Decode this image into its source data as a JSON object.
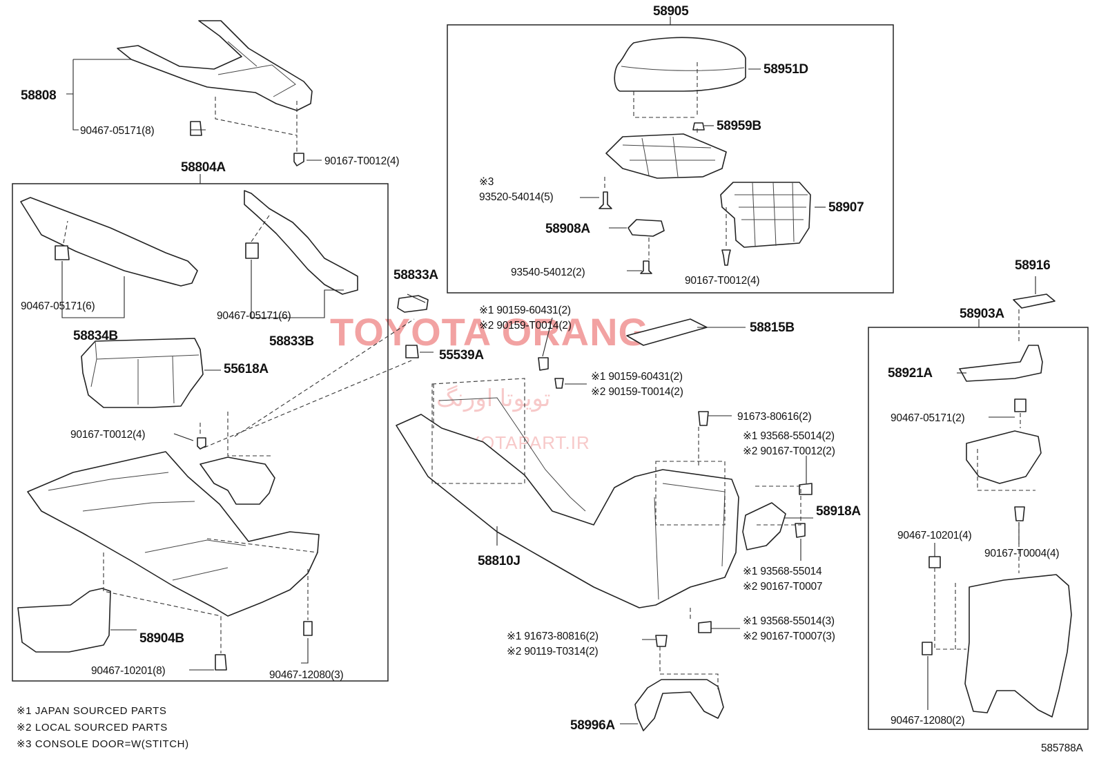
{
  "labels": {
    "p58905": "58905",
    "p58951D": "58951D",
    "p58959B": "58959B",
    "n3_mark": "※3",
    "p93520": "93520-54014(5)",
    "p58907": "58907",
    "p58908A": "58908A",
    "p93540": "93540-54012(2)",
    "p90167_T0012_4_b": "90167-T0012(4)",
    "p58808": "58808",
    "p90467_05171_8": "90467-05171(8)",
    "p90167_T0012_4_a": "90167-T0012(4)",
    "p58804A": "58804A",
    "p90467_05171_6_a": "90467-05171(6)",
    "p58834B": "58834B",
    "p90467_05171_6_b": "90467-05171(6)",
    "p58833B": "58833B",
    "p55618A": "55618A",
    "p90167_T0012_4_c": "90167-T0012(4)",
    "p58904B": "58904B",
    "p90467_10201_8": "90467-10201(8)",
    "p90467_12080_3": "90467-12080(3)",
    "p58833A": "58833A",
    "p55539A": "55539A",
    "p90159_60431_a": "※1 90159-60431(2)",
    "p90159_T0014_a": "※2 90159-T0014(2)",
    "p58815B": "58815B",
    "p90159_60431_b": "※1 90159-60431(2)",
    "p90159_T0014_b": "※2 90159-T0014(2)",
    "p91673_80616": "91673-80616(2)",
    "p93568_55014_2": "※1 93568-55014(2)",
    "p90167_T0012_2": "※2 90167-T0012(2)",
    "p58918A": "58918A",
    "p93568_55014": "※1 93568-55014",
    "p90167_T0007": "※2 90167-T0007",
    "p58810J": "58810J",
    "p93568_55014_3": "※1 93568-55014(3)",
    "p90167_T0007_3": "※2 90167-T0007(3)",
    "p91673_80816": "※1 91673-80816(2)",
    "p90119_T0314": "※2 90119-T0314(2)",
    "p58996A": "58996A",
    "p58916": "58916",
    "p58903A": "58903A",
    "p58921A": "58921A",
    "p90467_05171_2": "90467-05171(2)",
    "p90467_10201_4": "90467-10201(4)",
    "p90167_T0004_4": "90167-T0004(4)",
    "p90467_12080_2": "90467-12080(2)"
  },
  "notes": {
    "n1": "※1 JAPAN SOURCED PARTS",
    "n2": "※2 LOCAL SOURCED PARTS",
    "n3": "※3 CONSOLE DOOR=W(STITCH)"
  },
  "diagram_code": "585788A",
  "watermark": {
    "main": "TOYOTA ORANG",
    "farsi": "تویوتا اورنگ",
    "url": "TOYOTAPART.IR"
  },
  "colors": {
    "line": "#222222",
    "watermark_main": "#f2a2a2",
    "watermark_light": "#f7c9c9"
  }
}
